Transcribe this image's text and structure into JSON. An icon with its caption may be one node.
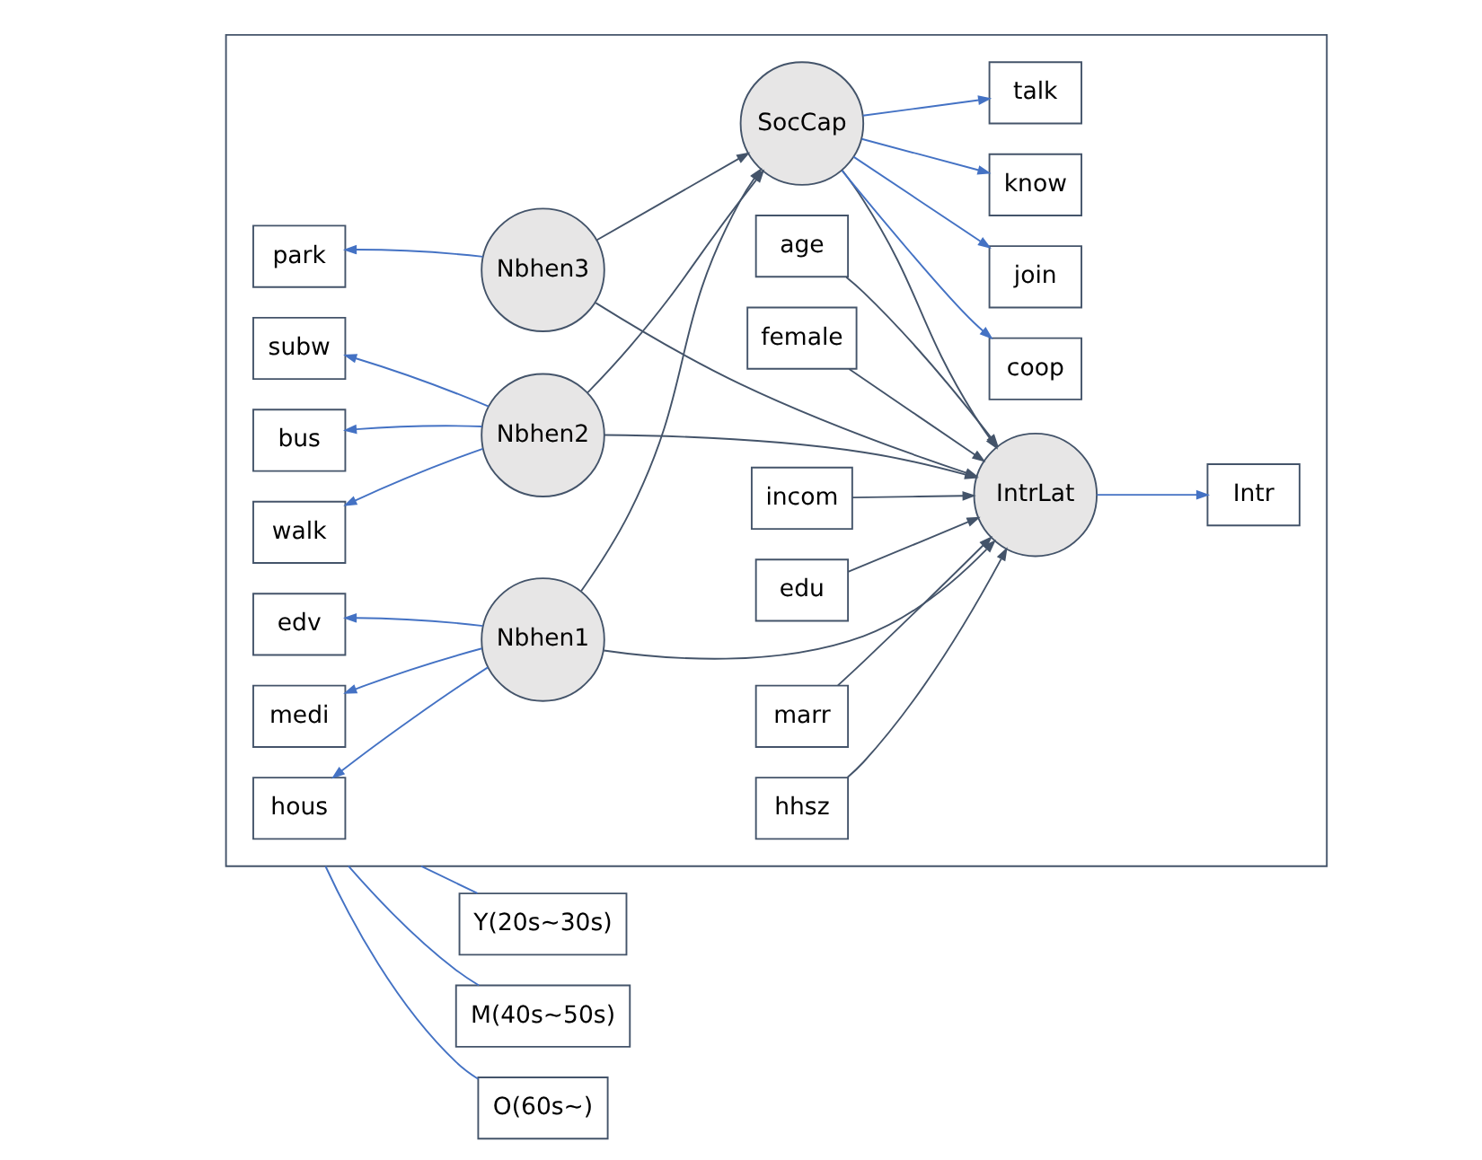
{
  "diagram": {
    "nodes": [
      {
        "text": [],
        "shape": "box"
      },
      {
        "text": [
          "hous"
        ],
        "in": 0
      },
      {
        "text": [
          "medi"
        ],
        "in": 0
      },
      {
        "text": [
          "edv"
        ],
        "in": 0
      },
      {
        "text": [
          "bus"
        ],
        "in": 0
      },
      {
        "text": [
          "subw"
        ],
        "in": 0
      },
      {
        "text": [
          "walk"
        ],
        "in": 0
      },
      {
        "text": [
          "park"
        ],
        "in": 0
      },
      {
        "text": [
          "Nbhen1"
        ],
        "in": 0
      },
      {
        "text": [
          "Nbhen2"
        ],
        "in": 0
      },
      {
        "text": [
          "Nbhen3"
        ],
        "in": 0
      },
      {
        "text": [
          "SocCap"
        ],
        "in": 0
      },
      {
        "text": [
          "IntrLat"
        ],
        "in": 0
      },
      {
        "text": [
          "know"
        ],
        "in": 0
      },
      {
        "text": [
          "talk"
        ],
        "in": 0
      },
      {
        "text": [
          "coop"
        ],
        "in": 0
      },
      {
        "text": [
          "join"
        ],
        "in": 0
      },
      {
        "text": [
          "Intr"
        ],
        "in": 0
      },
      {
        "text": [
          "female"
        ],
        "in": 0
      },
      {
        "text": [
          "age"
        ],
        "in": 0
      },
      {
        "text": [
          "hhsz"
        ],
        "in": 0
      },
      {
        "text": [
          "marr"
        ],
        "in": 0
      },
      {
        "text": [
          "edu"
        ],
        "in": 0
      },
      {
        "text": [
          "incom"
        ],
        "in": 0
      },
      {
        "text": [
          "Y(20s~30s)"
        ]
      },
      {
        "text": [
          "M(40s~50s)"
        ]
      },
      {
        "text": [
          "O(60s~)"
        ]
      }
    ],
    "edges": [
      {
        "from": 8,
        "to": 1,
        "arrow": "to"
      },
      {
        "from": 8,
        "to": 2,
        "arrow": "to"
      },
      {
        "from": 8,
        "to": 3,
        "arrow": "to"
      },
      {
        "from": 9,
        "to": 4,
        "arrow": "to"
      },
      {
        "from": 9,
        "to": 5,
        "arrow": "to"
      },
      {
        "from": 9,
        "to": 6,
        "arrow": "to"
      },
      {
        "from": 10,
        "to": 7,
        "arrow": "to"
      },
      {
        "from": 8,
        "to": 11,
        "arrow": "to",
        "color": "#44546a"
      },
      {
        "from": 8,
        "to": 12,
        "arrow": "to",
        "color": "#44546a"
      },
      {
        "from": 9,
        "to": 11,
        "arrow": "to",
        "color": "#44546a"
      },
      {
        "from": 9,
        "to": 12,
        "arrow": "to",
        "color": "#44546a"
      },
      {
        "from": 10,
        "to": 11,
        "arrow": "to",
        "color": "#44546a"
      },
      {
        "from": 10,
        "to": 12,
        "arrow": "to",
        "color": "#44546a"
      },
      {
        "from": 11,
        "to": 12,
        "arrow": "to",
        "color": "#44546a"
      },
      {
        "from": 11,
        "to": 13,
        "arrow": "to"
      },
      {
        "from": 11,
        "to": 14,
        "arrow": "to"
      },
      {
        "from": 11,
        "to": 15,
        "arrow": "to"
      },
      {
        "from": 11,
        "to": 16,
        "arrow": "to"
      },
      {
        "from": 12,
        "to": 17,
        "arrow": "to"
      },
      {
        "from": 18,
        "to": 12,
        "arrow": "to",
        "color": "#44546a"
      },
      {
        "from": 19,
        "to": 12,
        "arrow": "to",
        "color": "#44546a"
      },
      {
        "from": 20,
        "to": 12,
        "arrow": "to",
        "color": "#44546a"
      },
      {
        "from": 21,
        "to": 12,
        "arrow": "to",
        "color": "#44546a"
      },
      {
        "from": 22,
        "to": 12,
        "arrow": "to",
        "color": "#44546a"
      },
      {
        "from": 23,
        "to": 12,
        "arrow": "to",
        "color": "#44546a"
      },
      {
        "from": 0,
        "to": 24,
        "arrow": "none"
      },
      {
        "from": 0,
        "to": 25,
        "arrow": "none"
      },
      {
        "from": 0,
        "to": 26,
        "arrow": "none"
      }
    ]
  }
}
